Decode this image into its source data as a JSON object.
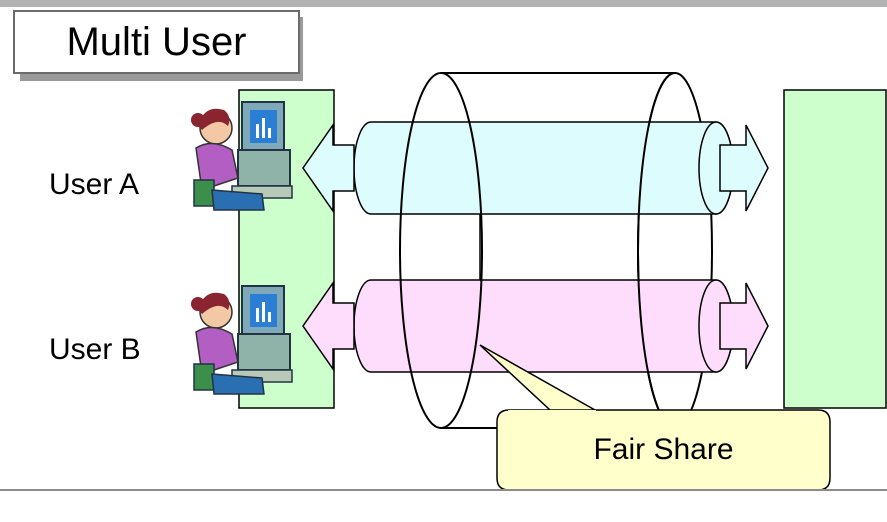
{
  "title": "Multi User",
  "users": [
    {
      "label": "User A",
      "color": "#ddfcfe"
    },
    {
      "label": "User B",
      "color": "#fdddfb"
    }
  ],
  "callout": {
    "label": "Fair Share",
    "color": "#ffffcc"
  },
  "colors": {
    "panel": "#ccffcc",
    "stroke": "#000000"
  }
}
